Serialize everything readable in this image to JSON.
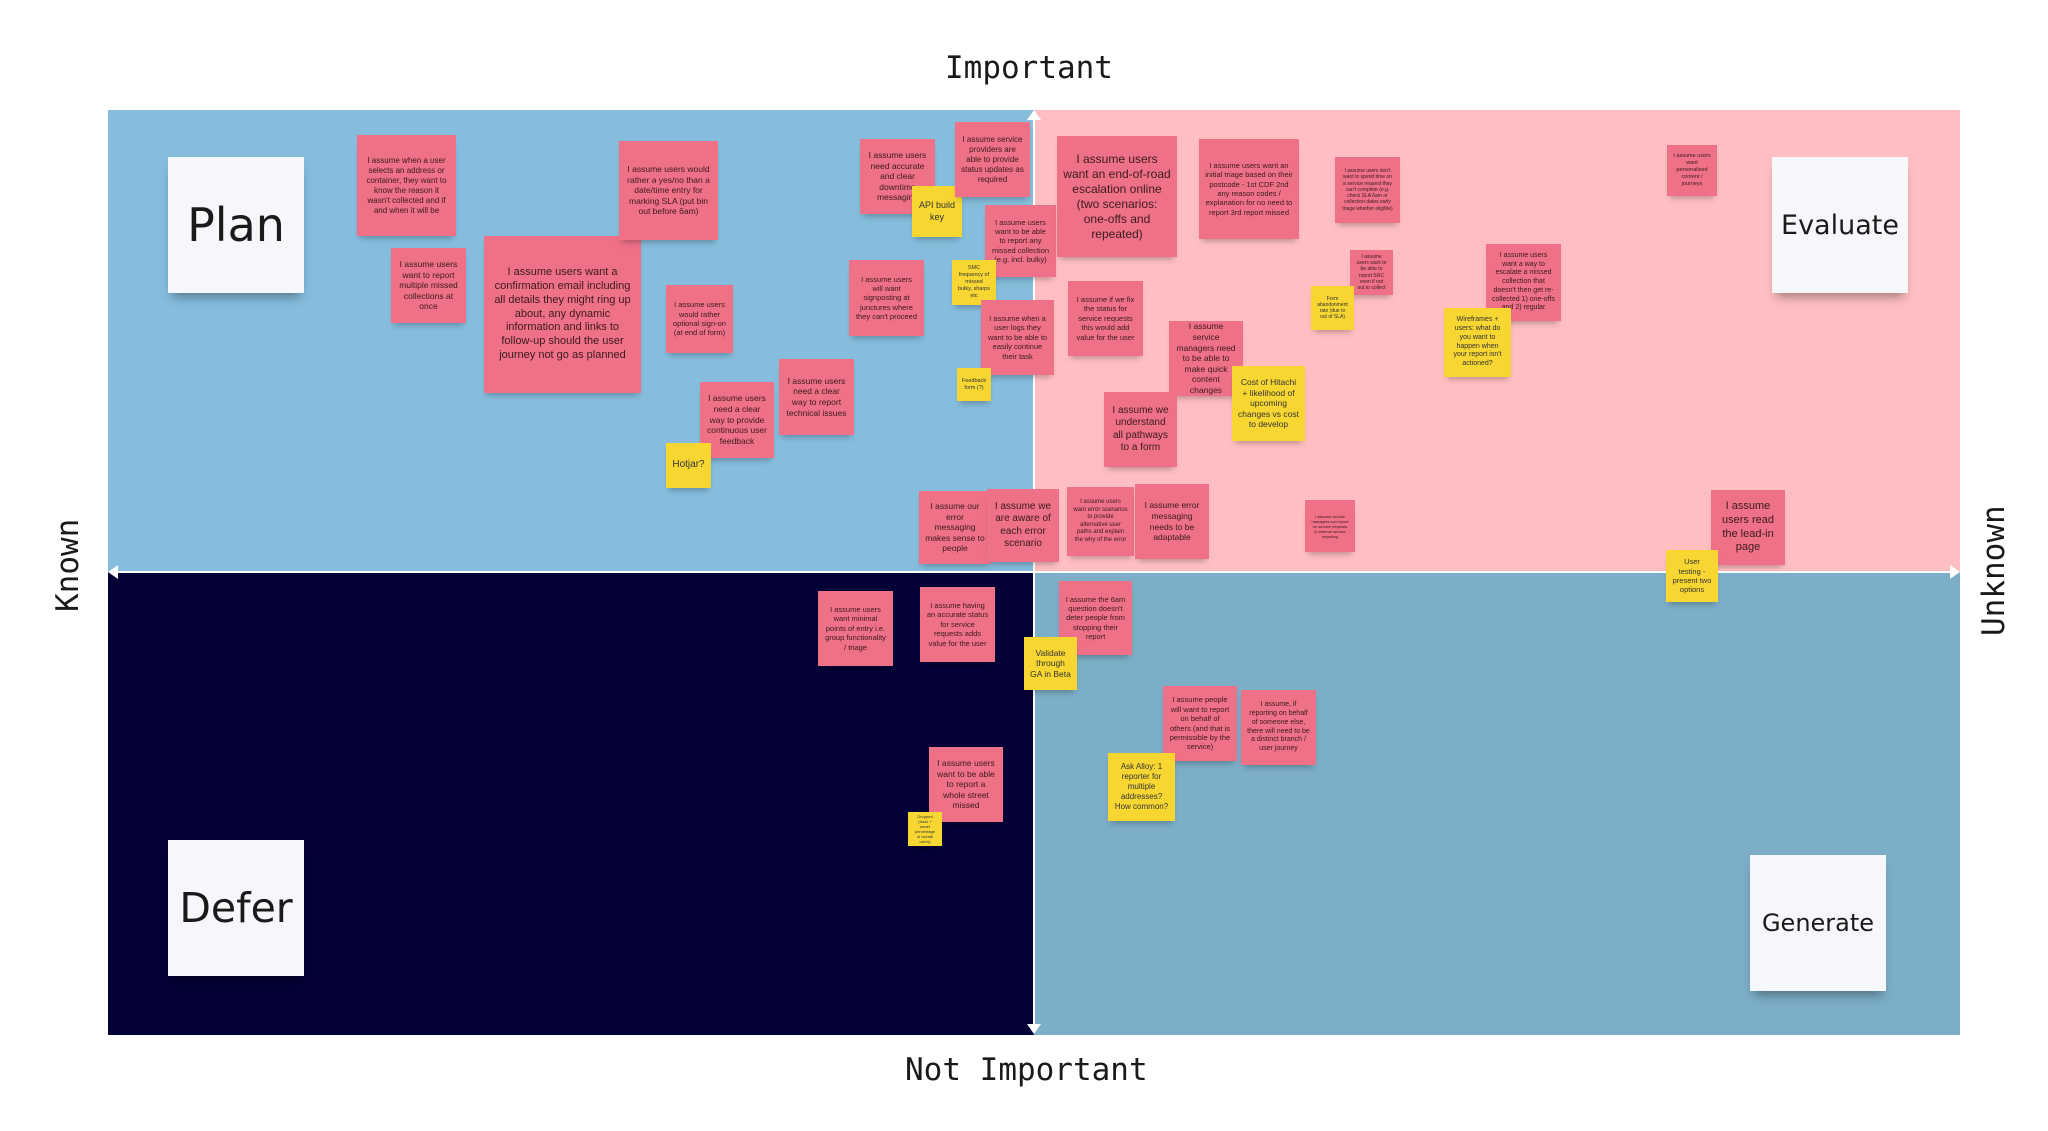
{
  "axes": {
    "top": "Important",
    "bottom": "Not Important",
    "left": "Known",
    "right": "Unknown"
  },
  "colors": {
    "plan": "#86bcdc",
    "evaluate": "#ffbfc2",
    "defer": "#040136",
    "generate": "#7caec7",
    "note_pink": "#ef7188",
    "note_yellow": "#f7d632"
  },
  "quadrant_labels": {
    "plan": "Plan",
    "evaluate": "Evaluate",
    "defer": "Defer",
    "generate": "Generate"
  },
  "notes": {
    "n1": "I assume when a user selects an address or container, they want to know the reason it wasn't collected and if and when it will be",
    "n2": "I assume users want to report multiple missed collections at once",
    "n3": "I assume users want a confirmation email including all details they might ring up about, any dynamic information and links to follow-up should the user journey not go as planned",
    "n4": "I assume users would rather a yes/no than a date/time entry for marking SLA (put bin out before 6am)",
    "n5": "I assume users would rather optional sign-on (at end of form)",
    "n6": "I assume users need a clear way to provide continuous user feedback",
    "n7": "Hotjar?",
    "n8": "I assume users need a clear way to report technical issues",
    "n9": "I assume users need accurate and clear downtime messaging",
    "n10": "API build key",
    "n11": "I assume service providers are able to provide status updates as required",
    "n12": "I assume users want to be able to report any missed collection (e.g. incl. bulky)",
    "n13": "I assume users will want signposting at junctures where they can't proceed",
    "n14": "SMC frequency of missed bulky, sharps etc",
    "n15": "I assume when a user logs they want to be able to easily continue their task",
    "n16": "Feedback form (?)",
    "n17": "I assume our error messaging makes sense to people",
    "n18": "I assume we are aware of each error scenario",
    "n19": "I assume users want an end-of-road escalation online (two scenarios: one-offs and repeated)",
    "n20": "I assume users want an initial triage based on their postcode - 1st CDF 2nd any reason codes / explanation for no need to report 3rd report missed",
    "n21": "I assume if we fix the status for service requests this would add value for the user",
    "n22": "I assume service managers need to be able to make quick content changes",
    "n23": "Cost of Hitachi + likelihood of upcoming changes vs cost to develop",
    "n24": "I assume we understand all pathways to a form",
    "n25": "I assume users want error scenarios to provide alternative user paths and explain the why of the error",
    "n26": "I assume error messaging needs to be adaptable",
    "n27": "I assume users don't want to spend time on a service request they can't complete (e.g. check SLA 6am or collection dates early triage whether eligible)",
    "n28": "I assume users want to be able to report SRC even if not out to collect",
    "n29": "Form abandonment rate (due to out of SLA)",
    "n30": "I assume users want a way to escalate a missed collection that doesn't then get re-collected 1) one-offs and 2) regular",
    "n31": "Wireframes + users: what do you want to happen when your report isn't actioned?",
    "n32": "I assume users want personalised content / journeys",
    "n33": "I assume service managers can report on service requests to internal service reporting",
    "n34": "I assume users read the lead-in page",
    "n35": "User testing - present two options",
    "n36": "I assume users want minimal points of entry i.e. group functionality / triage",
    "n37": "I assume having an accurate status for service requests adds value for the user",
    "n38": "I assume users want to be able to report a whole street missed",
    "n39": "Dropped (track + smart percentage of overall users)",
    "n40": "I assume the 6am question doesn't deter people from stopping their report",
    "n41": "Validate through GA in Beta",
    "n42": "I assume people will want to report on behalf of others (and that is permissible by the service)",
    "n43": "I assume, if reporting on behalf of someone else, there will need to be a distinct branch / user journey",
    "n44": "Ask Alloy: 1 reporter for multiple addresses? How common?"
  }
}
